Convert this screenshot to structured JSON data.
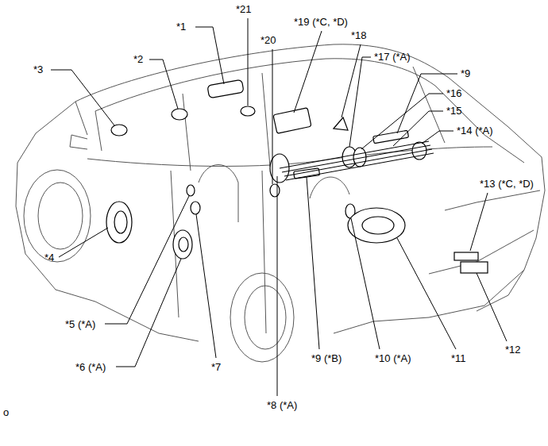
{
  "diagram": {
    "labels": [
      "*1",
      "*21",
      "*3",
      "*2",
      "*20",
      "*19 (*C, *D)",
      "*18",
      "*17 (*A)",
      "*9",
      "*16",
      "*15",
      "*14 (*A)",
      "*13 (*C, *D)",
      "*4",
      "*5 (*A)",
      "*6 (*A)",
      "*7",
      "*8 (*A)",
      "*9 (*B)",
      "*10 (*A)",
      "*11",
      "*12",
      "o"
    ]
  }
}
